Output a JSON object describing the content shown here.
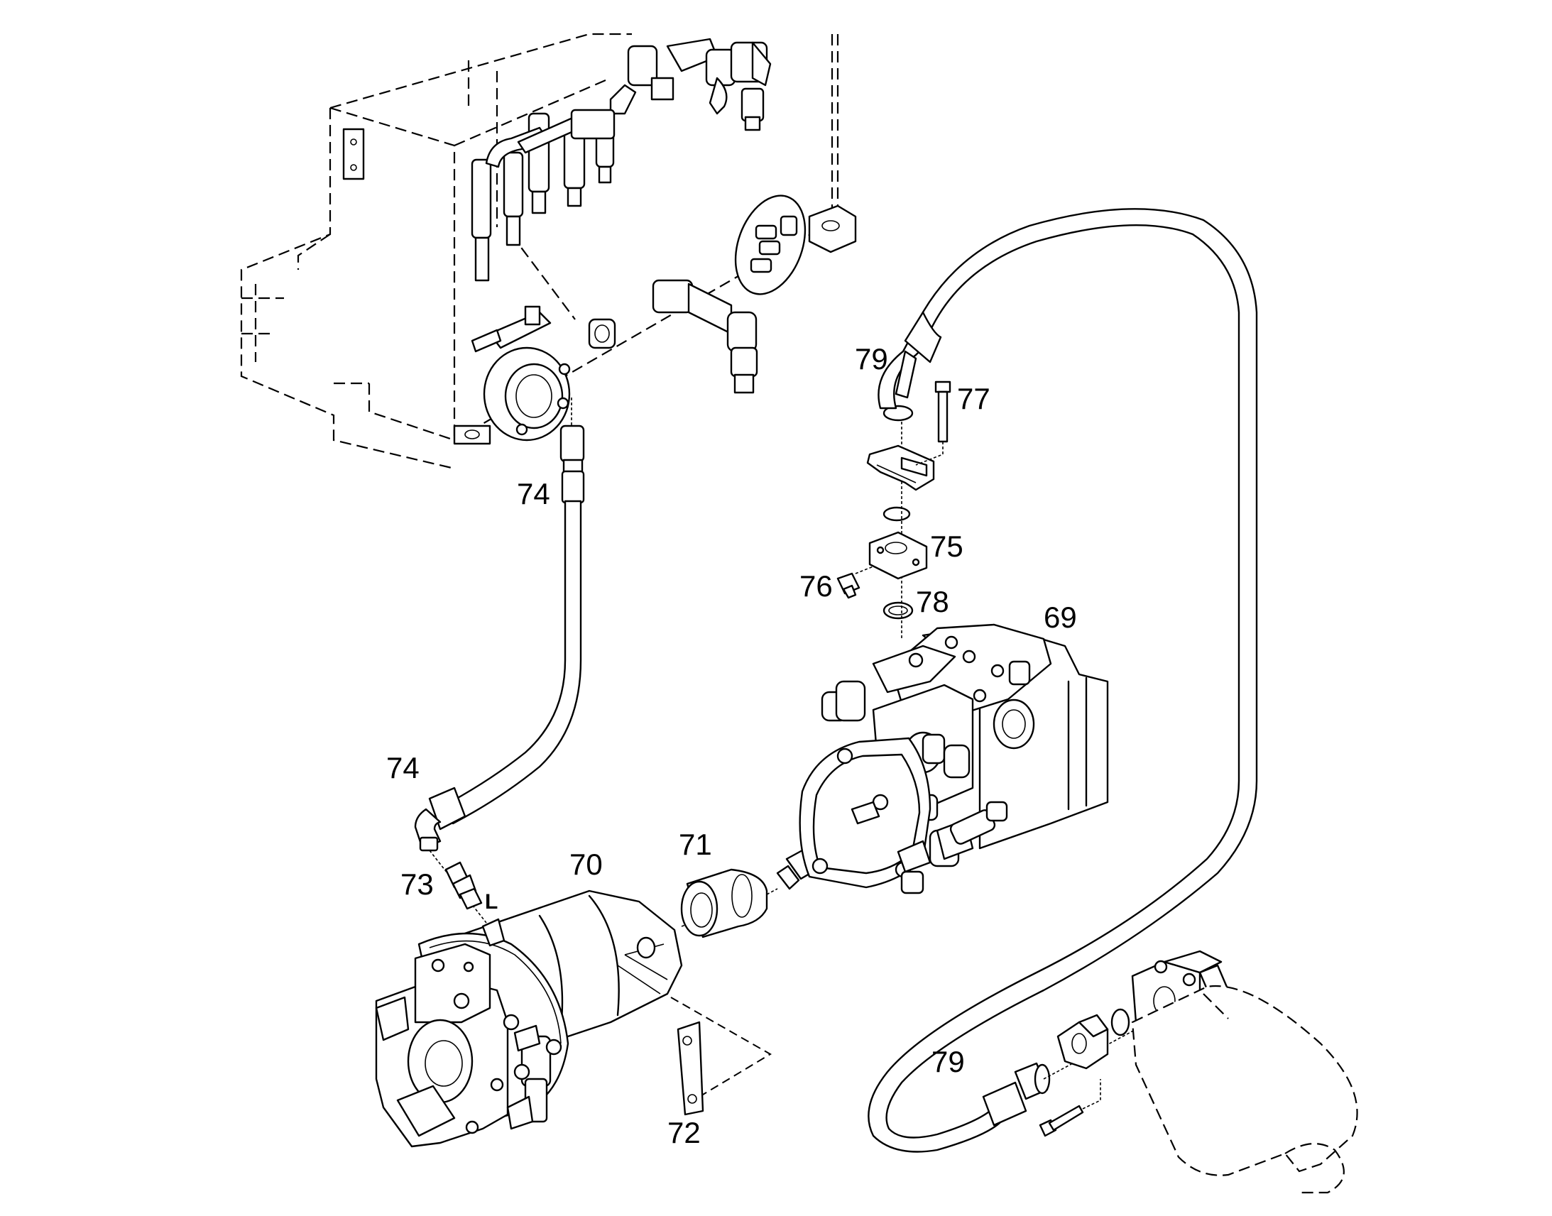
{
  "callouts": {
    "p69": "69",
    "p70": "70",
    "p71": "71",
    "p72": "72",
    "p73": "73",
    "p74_upper": "74",
    "p74_lower": "74",
    "p75": "75",
    "p76": "76",
    "p77": "77",
    "p78": "78",
    "p79_upper": "79",
    "p79_lower": "79",
    "port_l": "L"
  }
}
